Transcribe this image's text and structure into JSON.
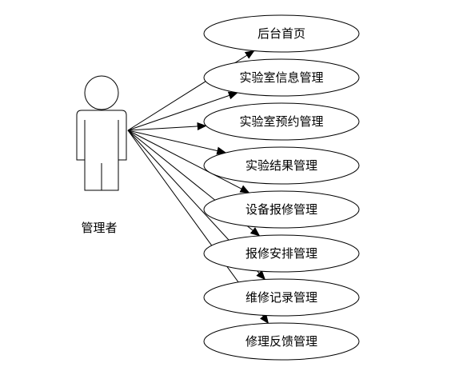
{
  "actor": {
    "label": "管理者"
  },
  "use_cases": [
    {
      "label": "后台首页"
    },
    {
      "label": "实验室信息管理"
    },
    {
      "label": "实验室预约管理"
    },
    {
      "label": "实验结果管理"
    },
    {
      "label": "设备报修管理"
    },
    {
      "label": "报修安排管理"
    },
    {
      "label": "维修记录管理"
    },
    {
      "label": "修理反馈管理"
    }
  ],
  "colors": {
    "stroke": "#000000",
    "fill": "#ffffff"
  }
}
